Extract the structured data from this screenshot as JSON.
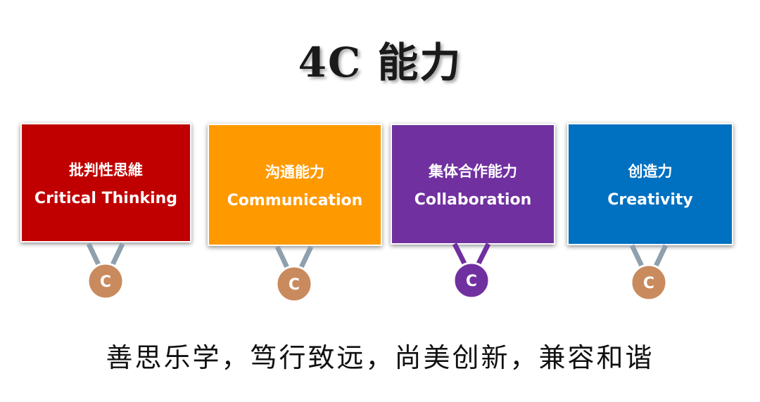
{
  "title": "4C 能力",
  "cards": [
    {
      "zh": "批判性思維",
      "en": "Critical Thinking",
      "color": "#c00000",
      "medal": {
        "letter": "C",
        "color": "#c98a5e",
        "ribbon": "#8ea0ae"
      }
    },
    {
      "zh": "沟通能力",
      "en": "Communication",
      "color": "#ff9900",
      "medal": {
        "letter": "C",
        "color": "#c98a5e",
        "ribbon": "#8ea0ae"
      }
    },
    {
      "zh": "集体合作能力",
      "en": "Collaboration",
      "color": "#7030a0",
      "medal": {
        "letter": "C",
        "color": "#7030a0",
        "ribbon": "#7030a0"
      }
    },
    {
      "zh": "创造力",
      "en": "Creativity",
      "color": "#0070c0",
      "medal": {
        "letter": "C",
        "color": "#c98a5e",
        "ribbon": "#8ea0ae"
      }
    }
  ],
  "slogan": "善思乐学，笃行致远，尚美创新，兼容和谐"
}
